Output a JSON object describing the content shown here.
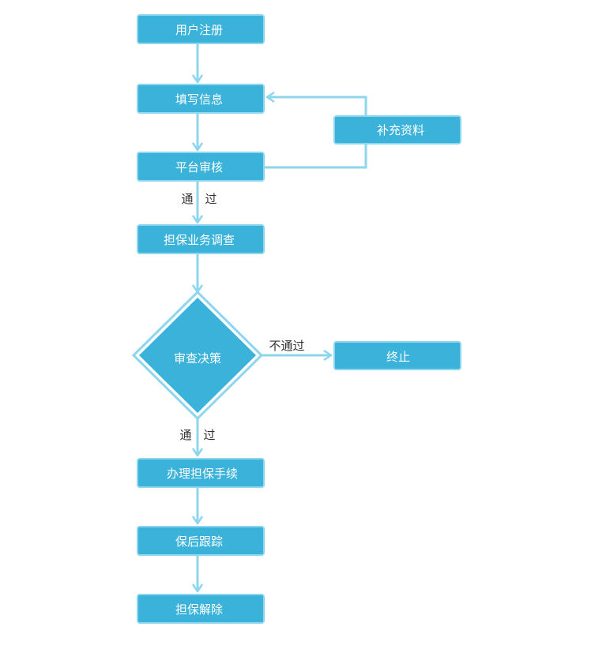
{
  "colors": {
    "box_fill": "#3bb2d9",
    "box_border": "#8dd6ee",
    "line": "#8dd6ee",
    "edge_label": "#333333"
  },
  "nodes": {
    "register": "用户注册",
    "fill_info": "填写信息",
    "platform_review": "平台审核",
    "supplement": "补充资料",
    "guarantee_survey": "担保业务调查",
    "review_decision": "审查决策",
    "terminate": "终止",
    "procedures": "办理担保手续",
    "post_tracking": "保后跟踪",
    "release": "担保解除"
  },
  "edge_labels": {
    "pass_1": "通　过",
    "fail": "不通过",
    "pass_2": "通　过"
  }
}
